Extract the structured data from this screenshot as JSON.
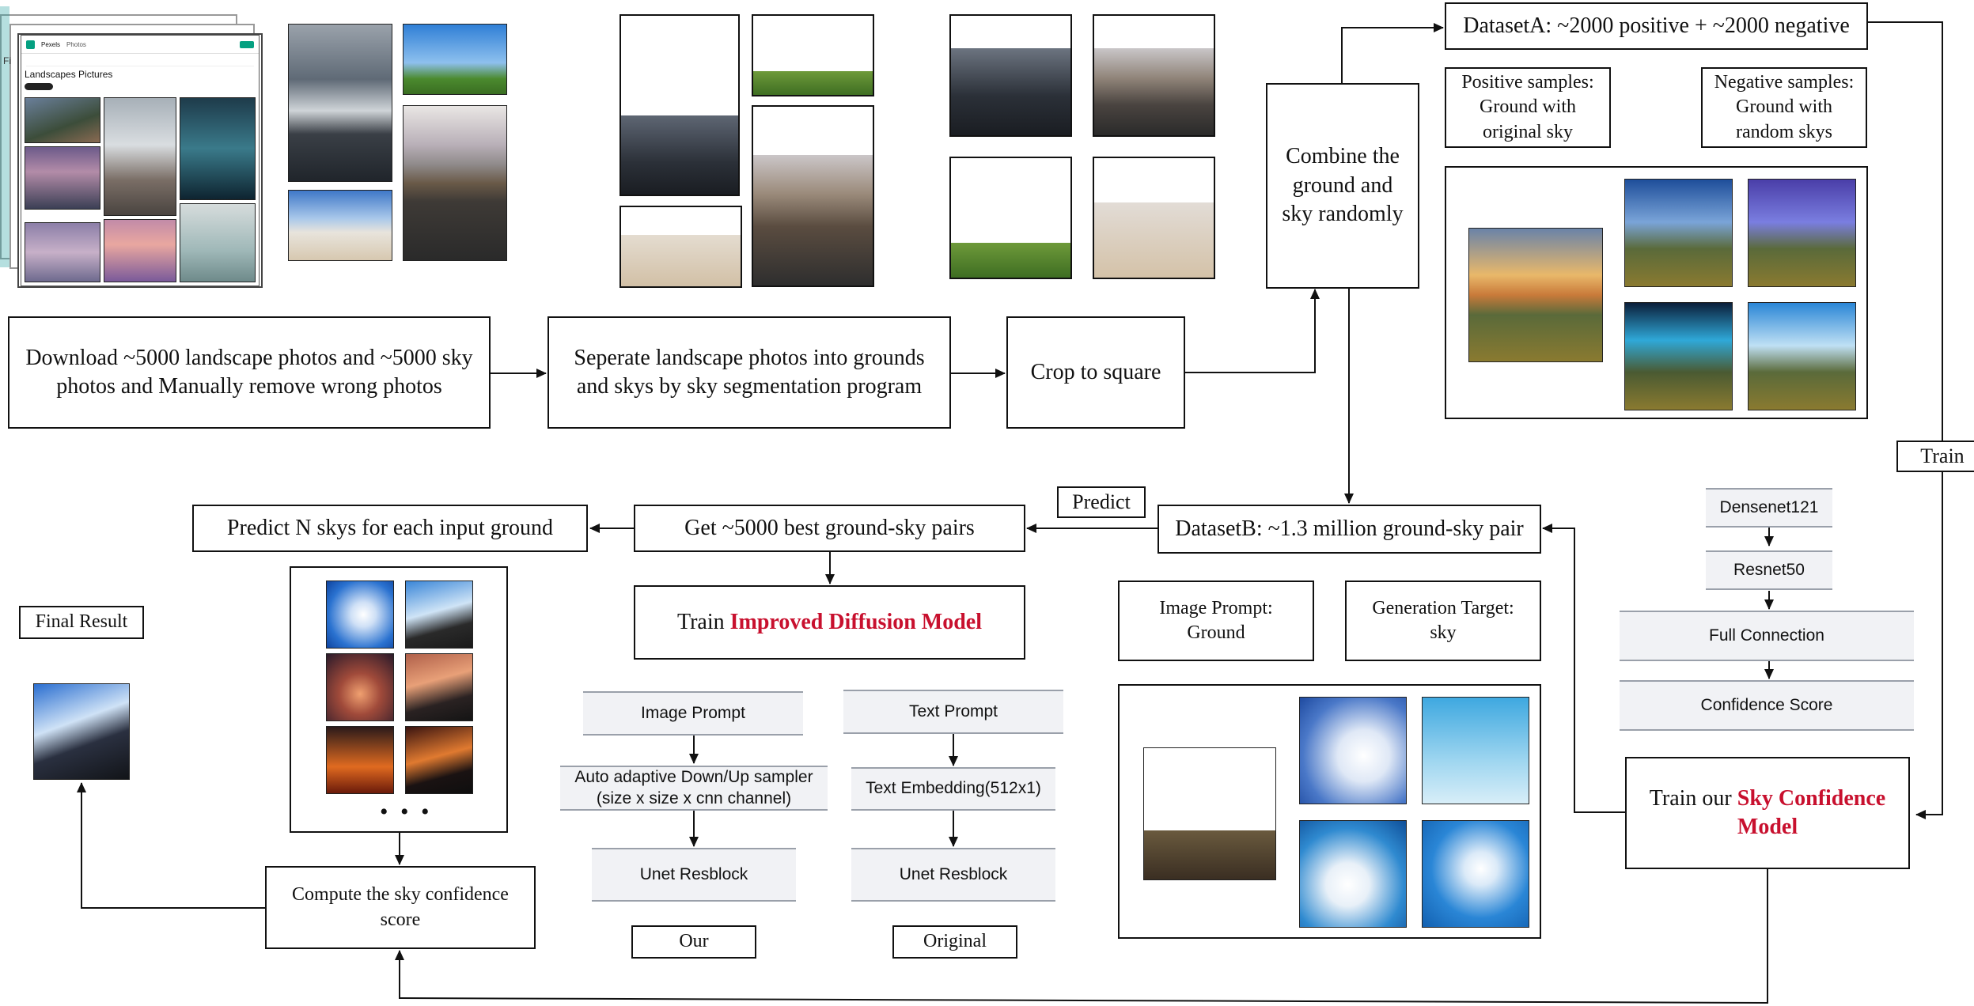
{
  "download_box": "Download ~5000 landscape photos and ~5000 sky photos and Manually remove wrong photos",
  "separate_box": "Seperate landscape photos into grounds and skys by sky segmentation program",
  "crop_box": "Crop to square",
  "combine_box": "Combine the ground and sky randomly",
  "dataset_a": "DatasetA: ~2000 positive + ~2000 negative",
  "positive_samples": "Positive samples: Ground with original sky",
  "negative_samples": "Negative samples: Ground with random skys",
  "train_label": "Train",
  "predict_label": "Predict",
  "dataset_b": "DatasetB: ~1.3 million ground-sky pair",
  "best_pairs": "Get ~5000 best ground-sky pairs",
  "predict_n": "Predict N skys for each input ground",
  "train_diffusion_prefix": "Train ",
  "train_diffusion_red": "Improved Diffusion Model",
  "final_result": "Final Result",
  "compute_score": "Compute the sky confidence score",
  "image_prompt_ground": "Image Prompt: Ground",
  "generation_target": "Generation Target: sky",
  "train_sky_prefix": "Train our ",
  "train_sky_red": "Sky Confidence Model",
  "ellipsis": "• • •",
  "colors": {
    "accent_red": "#c8102e",
    "layer_fill": "#f1f2f5",
    "line": "#111111"
  },
  "left_stack": {
    "image_prompt": "Image Prompt",
    "sampler": "Auto adaptive Down/Up sampler (size x size x cnn channel)",
    "unet": "Unet Resblock",
    "caption": "Our"
  },
  "right_stack": {
    "text_prompt": "Text Prompt",
    "embedding": "Text Embedding(512x1)",
    "unet": "Unet Resblock",
    "caption": "Original"
  },
  "confidence_stack": {
    "densenet": "Densenet121",
    "resnet": "Resnet50",
    "full": "Full Connection",
    "score": "Confidence Score"
  },
  "website": {
    "logo": "Pexels",
    "nav": "Photos",
    "heading": "Landscapes Pictures",
    "sidebar": "Fi"
  }
}
